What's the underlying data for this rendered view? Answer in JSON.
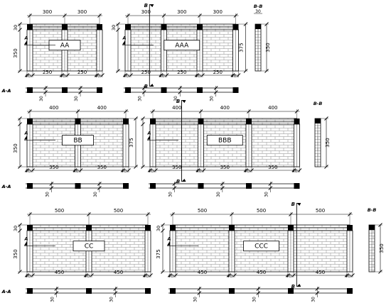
{
  "section_markers": {
    "a": "A",
    "b": "B",
    "aa": "A-A",
    "bb": "B-B"
  },
  "panels": [
    {
      "label": "AA",
      "columns": 2,
      "top_dims": [
        "300",
        "300"
      ],
      "bottom_dims": [
        "40",
        "250",
        "40",
        "250",
        "40"
      ],
      "left_top_dim": "30",
      "left_height": "350",
      "right_height": "",
      "section_dim": "30",
      "section_b": false
    },
    {
      "label": "AAA",
      "columns": 3,
      "top_dims": [
        "300",
        "300",
        "300"
      ],
      "bottom_dims": [
        "40",
        "250",
        "40",
        "250",
        "40",
        "250",
        "40"
      ],
      "left_top_dim": "30",
      "left_height": "",
      "right_height": "375",
      "section_dim": "30",
      "section_b": true
    },
    {
      "label": "BB",
      "columns": 2,
      "top_dims": [
        "400",
        "400"
      ],
      "bottom_dims": [
        "40",
        "350",
        "40",
        "350",
        "40"
      ],
      "left_top_dim": "",
      "left_height": "350",
      "right_height": "375",
      "section_dim": "30",
      "section_b": false
    },
    {
      "label": "BBB",
      "columns": 3,
      "top_dims": [
        "400",
        "400",
        "400"
      ],
      "bottom_dims": [
        "40",
        "350",
        "40",
        "350",
        "40",
        "350",
        "40"
      ],
      "left_top_dim": "",
      "left_height": "",
      "right_height": "",
      "section_dim": "30",
      "section_b": true
    },
    {
      "label": "CC",
      "columns": 2,
      "top_dims": [
        "500",
        "500"
      ],
      "bottom_dims": [
        "40",
        "450",
        "40",
        "450",
        "40"
      ],
      "left_top_dim": "30",
      "left_height": "350",
      "right_height": "",
      "section_dim": "30",
      "section_b": false
    },
    {
      "label": "CCC",
      "columns": 3,
      "top_dims": [
        "500",
        "500",
        "500"
      ],
      "bottom_dims": [
        "40",
        "450",
        "40",
        "450",
        "40",
        "450",
        "40"
      ],
      "left_top_dim": "30",
      "left_height": "375",
      "right_height": "",
      "section_dim": "30",
      "section_b": true
    }
  ],
  "sections_bb": [
    {
      "top_dim": "30",
      "height": "350"
    },
    {
      "top_dim": "",
      "height": "350"
    },
    {
      "top_dim": "",
      "height": "350"
    }
  ]
}
